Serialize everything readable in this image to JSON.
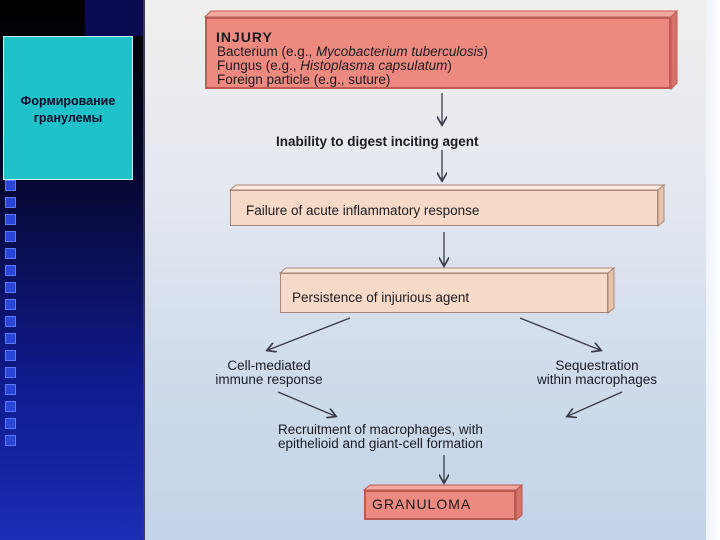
{
  "slide_title": "Формирование\nгранулемы",
  "diagram": {
    "injury_title": "INJURY",
    "injury_lines": [
      [
        "Bacterium (e.g., ",
        "Mycobacterium tuberculosis",
        ")"
      ],
      [
        "Fungus (e.g., ",
        "Histoplasma capsulatum",
        ")"
      ],
      [
        "Foreign particle (e.g., suture)",
        "",
        ""
      ]
    ],
    "inability": "Inability to digest inciting agent",
    "failure": "Failure of acute inflammatory response",
    "persistence": "Persistence of injurious agent",
    "cell_mediated": "Cell-mediated\nimmune response",
    "sequestration": "Sequestration\nwithin macrophages",
    "recruitment": "Recruitment of macrophages, with\nepithelioid and giant-cell formation",
    "granuloma": "GRANULOMA"
  },
  "colors": {
    "injury_fill": "#ec8a80",
    "box_fill": "#f6d9c6",
    "title_box": "#1fc2c8"
  }
}
